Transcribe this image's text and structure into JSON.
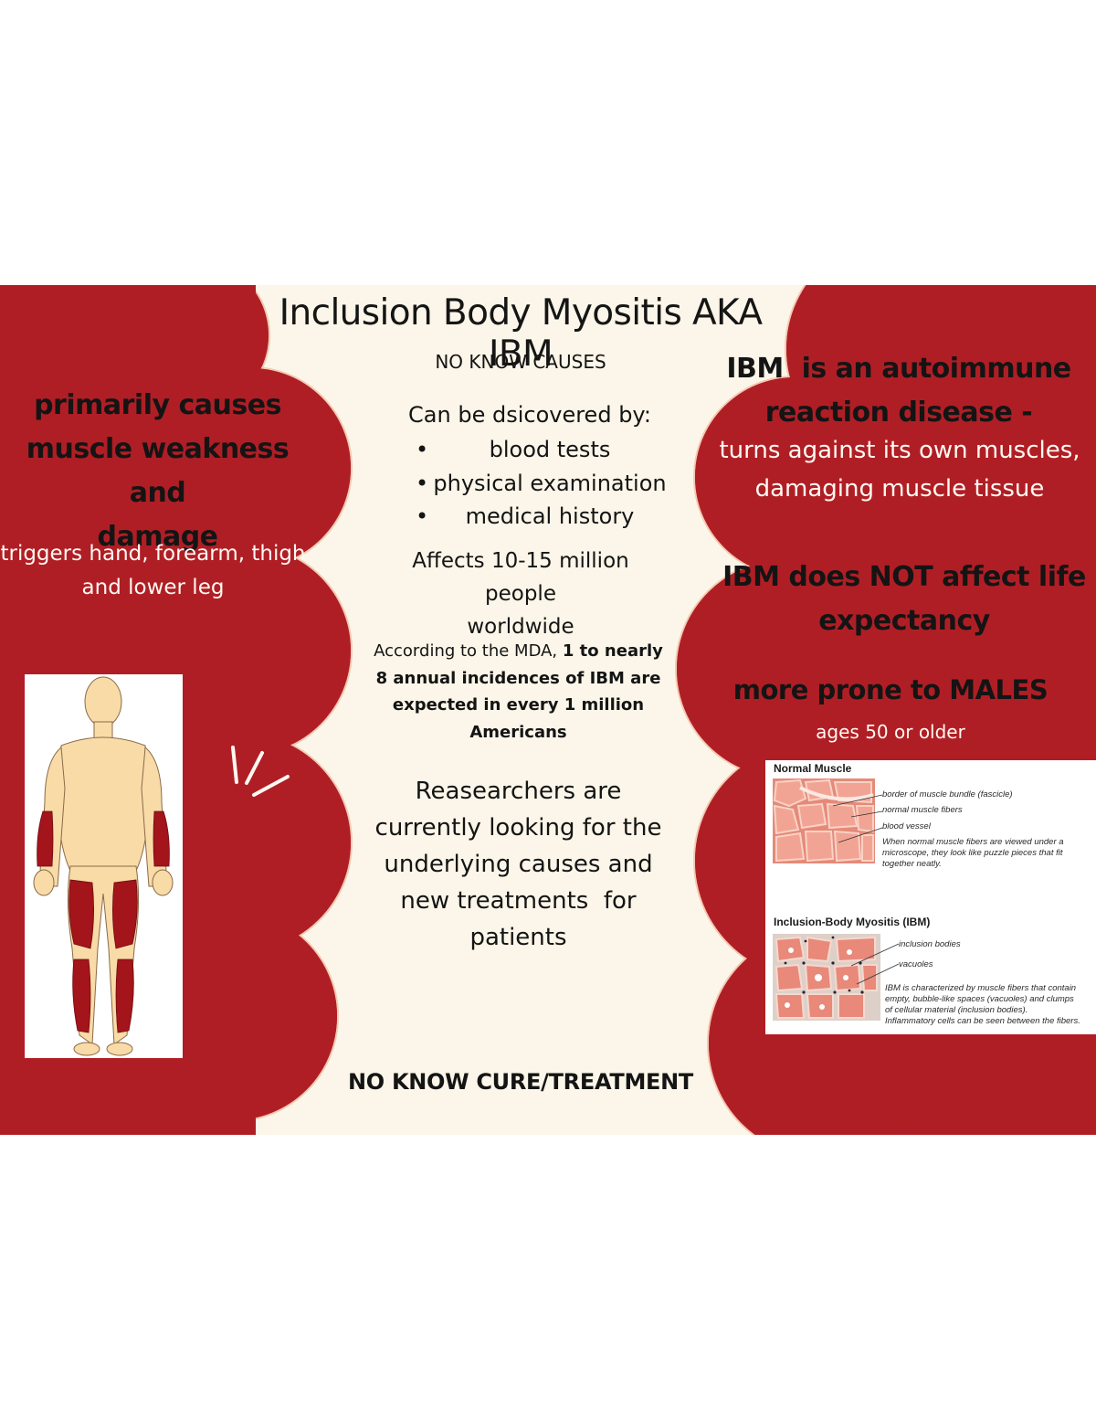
{
  "poster": {
    "title": "Inclusion Body Myositis AKA IBM",
    "no_causes": "NO KNOW CAUSES",
    "discovered_heading": "Can be dsicovered by:",
    "discovery_methods": [
      "blood tests",
      "physical examination",
      "medical history"
    ],
    "affects_line1": "Affects 10-15 million people",
    "affects_line2": "worldwide",
    "mda": {
      "line1_plain": "According to the MDA, ",
      "line1_bold": "1 to nearly",
      "line2": "8 annual incidences of IBM are",
      "line3": "expected in every 1 million",
      "line4": "Americans"
    },
    "research_lines": [
      "Reasearchers are",
      "currently looking for the",
      "underlying causes and",
      "new treatments  for",
      "patients"
    ],
    "no_cure": "NO KNOW CURE/TREATMENT"
  },
  "left_panel": {
    "heading_lines": [
      "primarily causes",
      "muscle weakness and",
      "damage"
    ],
    "sub_lines": [
      "triggers hand, forearm, thigh",
      "and lower leg"
    ]
  },
  "right_panel": {
    "autoimmune_lines": [
      "IBM  is an autoimmune",
      "reaction disease -"
    ],
    "autoimmune_sub_lines": [
      "turns against its own muscles,",
      "damaging muscle tissue"
    ],
    "life_expectancy_lines": [
      "IBM does NOT affect life",
      "expectancy"
    ],
    "prone": "more prone to MALES",
    "ages": "ages 50 or older"
  },
  "muscle_figure": {
    "normal_title": "Normal Muscle",
    "normal_labels": [
      "border of muscle bundle (fascicle)",
      "normal muscle fibers",
      "blood vessel"
    ],
    "normal_note_lines": [
      "When normal muscle fibers are viewed under a",
      "microscope, they look like puzzle pieces that fit",
      "together neatly."
    ],
    "ibm_title": "Inclusion-Body Myositis (IBM)",
    "ibm_labels": [
      "inclusion bodies",
      "vacuoles"
    ],
    "ibm_note_lines": [
      "IBM is characterized by muscle fibers that contain",
      "empty, bubble-like spaces (vacuoles) and clumps",
      "of cellular material (inclusion bodies).",
      "Inflammatory cells can be seen between the fibers."
    ]
  },
  "colors": {
    "panel_red": "#b01e25",
    "cream": "#fbf6e9",
    "text_dark": "#141414",
    "text_white": "#fff9f2",
    "muscle_red": "#a3141b",
    "skin": "#f8dba7"
  },
  "icons": {
    "anatomy": "human-body-muscles-illustration",
    "accent": "emphasis-lines-icon",
    "micro_normal": "normal-muscle-micrograph",
    "micro_ibm": "ibm-muscle-micrograph"
  }
}
